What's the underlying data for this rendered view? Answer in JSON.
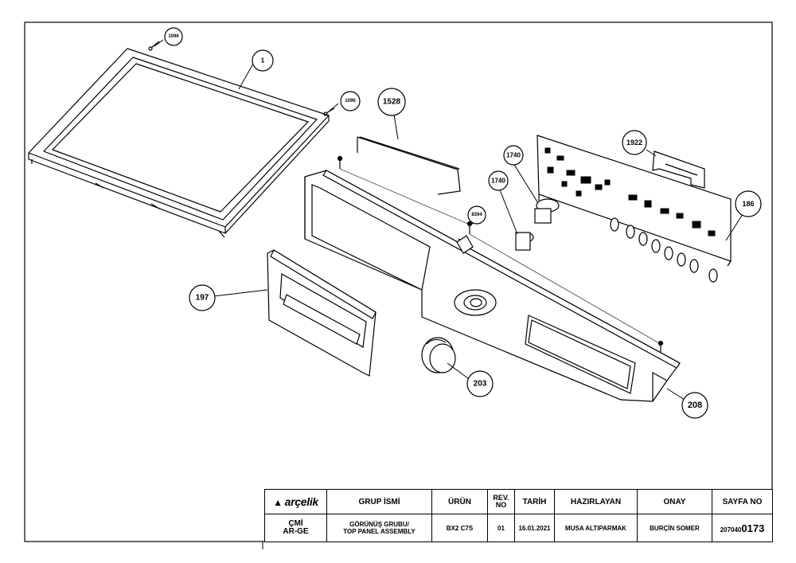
{
  "callouts": {
    "c1096a": "1096",
    "c1": "1",
    "c1096b": "1096",
    "c1528": "1528",
    "c1740a": "1740",
    "c1740b": "1740",
    "c8394": "8394",
    "c1922": "1922",
    "c186": "186",
    "c197": "197",
    "c203": "203",
    "c208": "208"
  },
  "titleblock": {
    "brand": "arçelik",
    "header": {
      "group_name": "GRUP İSMİ",
      "product": "ÜRÜN",
      "rev_no": "REV. NO",
      "date": "TARİH",
      "prepared_by": "HAZIRLAYAN",
      "approval": "ONAY",
      "sheet_no": "SAYFA NO"
    },
    "values": {
      "department": "ÇMİ\nAR-GE",
      "group_name": "GÖRÜNÜŞ GRUBU/\nTOP PANEL ASSEMBLY",
      "product": "BX2 C7S",
      "rev_no": "01",
      "date": "16.01.2021",
      "prepared_by": "MUSA ALTIPARMAK",
      "approval": "BURÇİN SOMER",
      "sheet_no_prefix": "207040",
      "sheet_no_suffix": "0173"
    }
  }
}
